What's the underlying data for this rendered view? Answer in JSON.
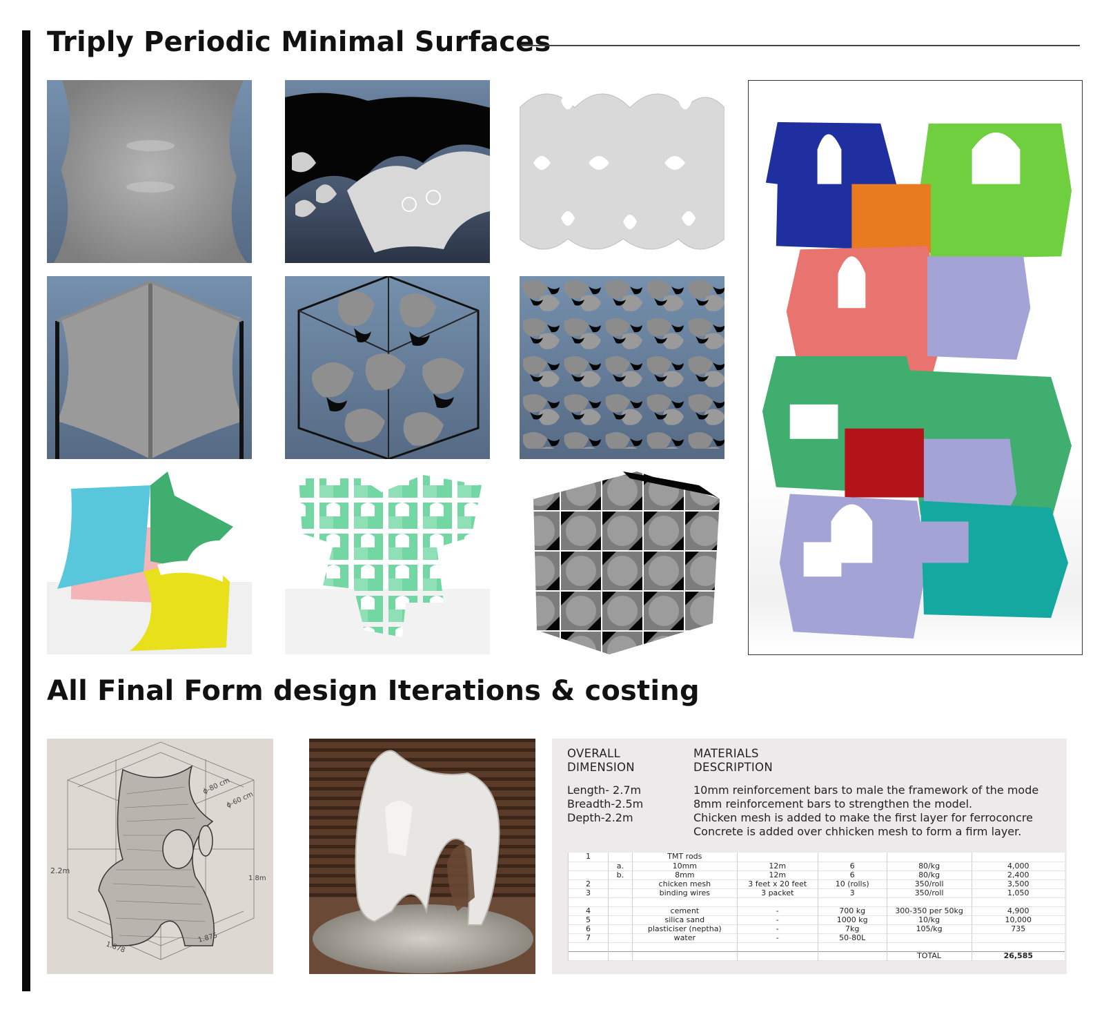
{
  "headings": {
    "section1": "Triply Periodic Minimal Surfaces",
    "section2": "All Final Form design Iterations & costing"
  },
  "colors": {
    "viewport_top": "#6f88a6",
    "viewport_bottom": "#4a5a70",
    "surface_gray": "#9a9a9a",
    "blue": "#1f2fa0",
    "green": "#6fcf3e",
    "orange": "#e87a1f",
    "salmon": "#e8736f",
    "lavender": "#a3a3d6",
    "teal_green": "#3fae6e",
    "red": "#b3141a",
    "teal": "#14a8a0",
    "mint": "#73d7a3",
    "cyan": "#58c6db",
    "pink": "#f3b5b7",
    "yellow": "#e8e01a"
  },
  "sketch": {
    "dim_height": "2.2m",
    "dim_side": "1.8m",
    "dim_circle_large": "ϕ-80 cm",
    "dim_circle_small": "ϕ-60 cm",
    "dim_base_left": "1.878",
    "dim_base_right": "1.875"
  },
  "costing": {
    "overall_header": [
      "OVERALL",
      "DIMENSION"
    ],
    "materials_header": [
      "MATERIALS",
      "DESCRIPTION"
    ],
    "dimensions": [
      "Length- 2.7m",
      "Breadth-2.5m",
      "Depth-2.2m"
    ],
    "descriptions": [
      "10mm reinforcement bars to male the framework of the mode",
      "8mm reinforcement bars to strengthen the model.",
      "Chicken mesh is added to make the first layer for ferroconcre",
      "Concrete is added over chhicken mesh to form a firm layer."
    ],
    "rows": [
      [
        "1",
        "",
        "TMT rods",
        "",
        "",
        "",
        ""
      ],
      [
        "",
        "a.",
        "10mm",
        "12m",
        "6",
        "80/kg",
        "4,000"
      ],
      [
        "",
        "b.",
        "8mm",
        "12m",
        "6",
        "80/kg",
        "2,400"
      ],
      [
        "2",
        "",
        "chicken mesh",
        "3 feet x 20 feet",
        "10 (rolls)",
        "350/roll",
        "3,500"
      ],
      [
        "3",
        "",
        "binding wires",
        "3 packet",
        "3",
        "350/roll",
        "1,050"
      ],
      [
        "",
        "",
        "",
        "",
        "",
        "",
        ""
      ],
      [
        "4",
        "",
        "cement",
        "-",
        "700 kg",
        "300-350 per 50kg",
        "4,900"
      ],
      [
        "5",
        "",
        "silica sand",
        "-",
        "1000 kg",
        "10/kg",
        "10,000"
      ],
      [
        "6",
        "",
        "plasticiser (neptha)",
        "-",
        "7kg",
        "105/kg",
        "735"
      ],
      [
        "7",
        "",
        "water",
        "-",
        "50-80L",
        "",
        ""
      ],
      [
        "",
        "",
        "",
        "",
        "",
        "",
        ""
      ]
    ],
    "total_label": "TOTAL",
    "total_value": "26,585"
  }
}
